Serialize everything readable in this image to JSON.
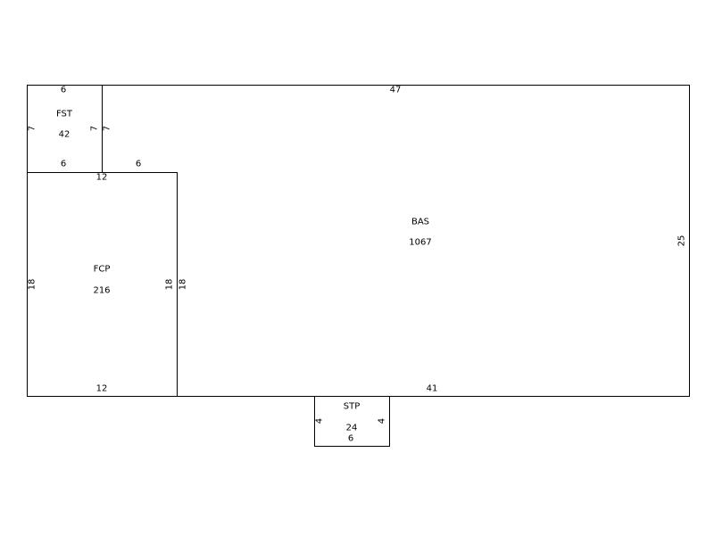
{
  "areas": [
    {
      "id": "bas",
      "code": "BAS",
      "sqft": "1067",
      "dims": [
        "47",
        "25",
        "41",
        "6",
        "7",
        "18"
      ]
    },
    {
      "id": "fst",
      "code": "FST",
      "sqft": "42",
      "dims": [
        "6",
        "7",
        "6",
        "7"
      ]
    },
    {
      "id": "fcp",
      "code": "FCP",
      "sqft": "216",
      "dims": [
        "12",
        "18",
        "12",
        "18"
      ]
    },
    {
      "id": "stp",
      "code": "STP",
      "sqft": "24",
      "dims": [
        "4",
        "4",
        "6"
      ]
    }
  ]
}
